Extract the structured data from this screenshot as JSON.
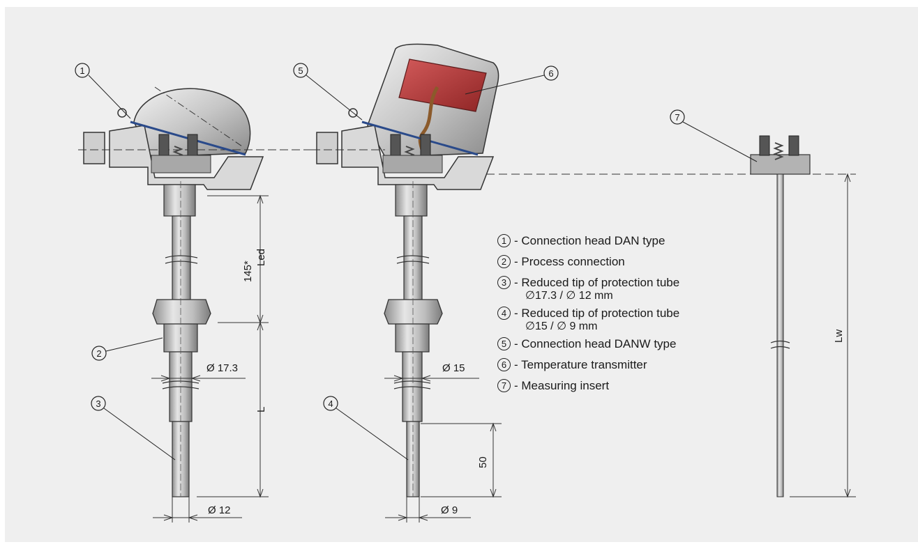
{
  "callouts": {
    "c1": "1",
    "c2": "2",
    "c3": "3",
    "c4": "4",
    "c5": "5",
    "c6": "6",
    "c7": "7"
  },
  "dimensions": {
    "dan_length_head": "145*",
    "dan_length_ext": "Led",
    "dan_length_immersion": "L",
    "dan_diameter_tube": "Ø 17.3",
    "dan_diameter_tip": "Ø 12",
    "danw_diameter_tube": "Ø 15",
    "danw_length_tip": "50",
    "danw_diameter_tip": "Ø 9",
    "insert_length": "Lw"
  },
  "legend": [
    {
      "num": "1",
      "text": "- Connection head DAN type"
    },
    {
      "num": "2",
      "text": "- Process connection"
    },
    {
      "num": "3",
      "text": "- Reduced tip of protection tube",
      "sub": "17.3 / ",
      "sub_b": " 12 mm"
    },
    {
      "num": "4",
      "text": "- Reduced tip of protection tube",
      "sub": "15 / ",
      "sub_b": " 9 mm"
    },
    {
      "num": "5",
      "text": "- Connection head DANW type"
    },
    {
      "num": "6",
      "text": "- Temperature transmitter"
    },
    {
      "num": "7",
      "text": "- Measuring insert"
    }
  ],
  "colors": {
    "background": "#efefef",
    "metal_light": "#d9d9d9",
    "metal_dark": "#9a9a9a",
    "transmitter": "#b93a3a",
    "cable": "#8b5a2b",
    "wire": "#2a4a8a"
  }
}
